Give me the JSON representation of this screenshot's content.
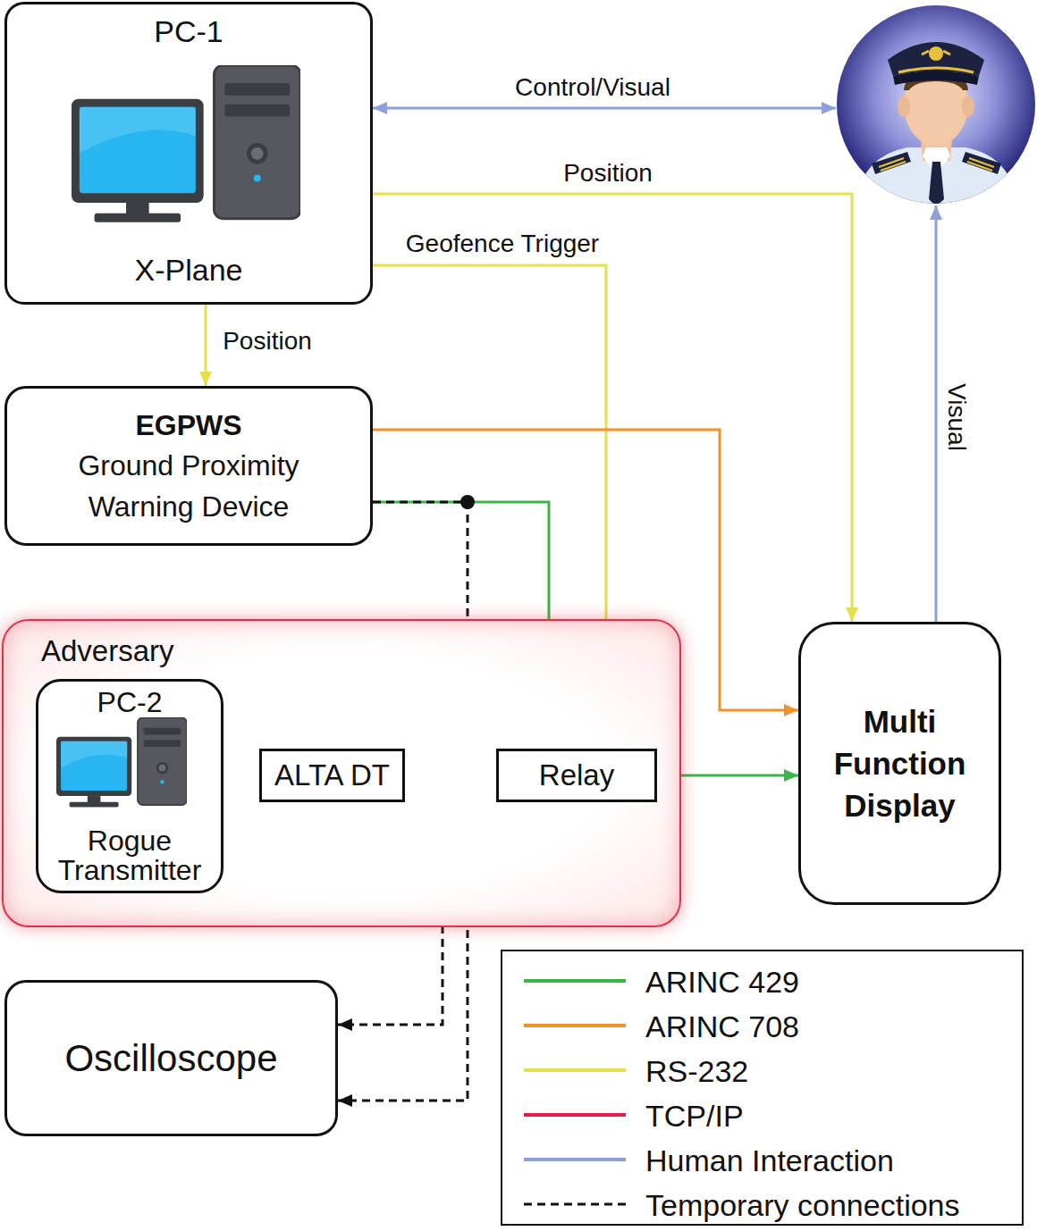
{
  "diagram": {
    "nodes": [
      {
        "text": [
          "PC-1",
          "X-Plane"
        ]
      },
      {
        "text": []
      },
      {
        "text": [
          "EGPWS",
          "Ground Proximity Warning Device"
        ]
      },
      {
        "text": [
          "Adversary"
        ]
      },
      {
        "text": [
          "PC-2",
          "Rogue Transmitter"
        ],
        "in": 3
      },
      {
        "text": [
          "ALTA DT"
        ],
        "in": 3
      },
      {
        "text": [
          "Relay"
        ],
        "in": 3
      },
      {
        "text": [
          "Multi Function Display"
        ]
      },
      {
        "text": [
          "Oscilloscope"
        ]
      }
    ],
    "edges": [
      {
        "from": 0,
        "to": 1,
        "label": "Control/Visual",
        "arrow": "both"
      },
      {
        "from": 0,
        "to": 7,
        "label": "Position",
        "arrow": "to"
      },
      {
        "from": 0,
        "to": 6,
        "label": "Geofence Trigger",
        "arrow": "to"
      },
      {
        "from": 0,
        "to": 2,
        "label": "Position",
        "arrow": "to"
      },
      {
        "from": 2,
        "to": 7,
        "arrow": "to"
      },
      {
        "from": 2,
        "to": 6,
        "arrow": "to"
      },
      {
        "from": 7,
        "to": 1,
        "label": "Visual",
        "arrow": "to"
      },
      {
        "from": 4,
        "to": 5,
        "arrow": "both"
      },
      {
        "from": 5,
        "to": 6,
        "arrow": "to"
      },
      {
        "from": 6,
        "to": 7,
        "arrow": "to"
      },
      {
        "from": 2,
        "to": 8,
        "arrow": "to"
      },
      {
        "from": 5,
        "to": 8,
        "arrow": "to"
      }
    ],
    "legend": [
      {
        "text": "ARINC 429",
        "color": "#3bb54a"
      },
      {
        "text": "ARINC 708",
        "color": "#f0922b"
      },
      {
        "text": "RS-232",
        "color": "#e3e04f"
      },
      {
        "text": "TCP/IP",
        "color": "#e5194a"
      },
      {
        "text": "Human Interaction",
        "color": "#8fa0d8"
      },
      {
        "text": "Temporary connections"
      }
    ]
  }
}
